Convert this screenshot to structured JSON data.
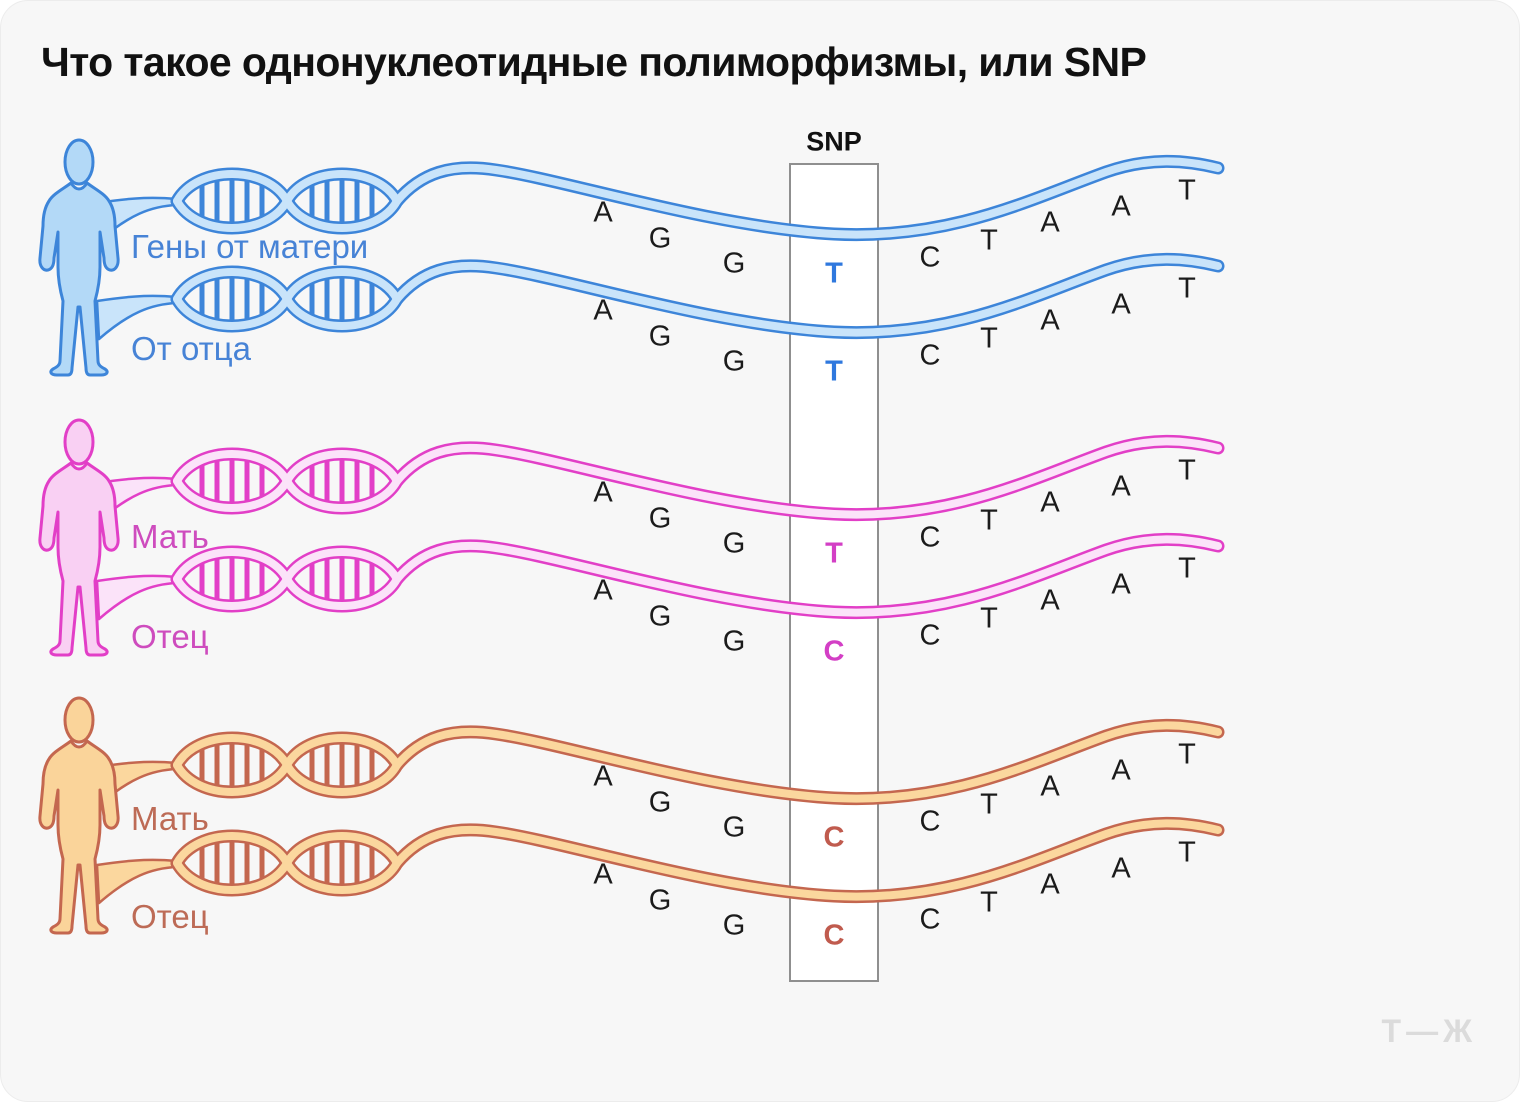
{
  "title": "Что такое однонуклеотидные полиморфизмы, или SNP",
  "snp": {
    "label": "SNP"
  },
  "watermark": "Т—Ж",
  "people": [
    {
      "key": "blue",
      "strand_labels": [
        "Гены от матери",
        "От отца"
      ],
      "strands": [
        {
          "sequence": [
            "A",
            "G",
            "G",
            "T",
            "C",
            "T",
            "A",
            "A",
            "T"
          ]
        },
        {
          "sequence": [
            "A",
            "G",
            "G",
            "T",
            "C",
            "T",
            "A",
            "A",
            "T"
          ]
        }
      ],
      "colors": {
        "edge": "#3D85D9",
        "fill": "#C9E4FA",
        "body": "#B3D9F7",
        "label": "#4783D6",
        "snp": "#2F78DE"
      }
    },
    {
      "key": "pink",
      "strand_labels": [
        "Мать",
        "Отец"
      ],
      "strands": [
        {
          "sequence": [
            "A",
            "G",
            "G",
            "T",
            "C",
            "T",
            "A",
            "A",
            "T"
          ]
        },
        {
          "sequence": [
            "A",
            "G",
            "G",
            "C",
            "C",
            "T",
            "A",
            "A",
            "T"
          ]
        }
      ],
      "colors": {
        "edge": "#E23FC7",
        "fill": "#FBE3F9",
        "body": "#F9D0F3",
        "label": "#CE4CBE",
        "snp": "#D33FC5"
      }
    },
    {
      "key": "orange",
      "strand_labels": [
        "Мать",
        "Отец"
      ],
      "strands": [
        {
          "sequence": [
            "A",
            "G",
            "G",
            "C",
            "C",
            "T",
            "A",
            "A",
            "T"
          ]
        },
        {
          "sequence": [
            "A",
            "G",
            "G",
            "C",
            "C",
            "T",
            "A",
            "A",
            "T"
          ]
        }
      ],
      "colors": {
        "edge": "#C4674F",
        "fill": "#FBD79E",
        "body": "#FAD49A",
        "label": "#BD6B56",
        "snp": "#C05B4E"
      }
    }
  ]
}
